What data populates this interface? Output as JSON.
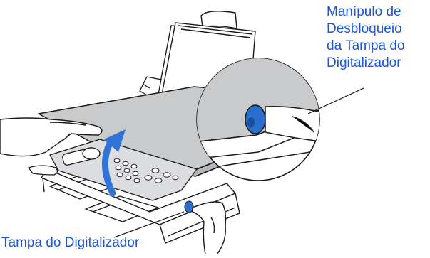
{
  "figure": {
    "subject": "multifunction-printer-scanner-cover-release",
    "callouts": {
      "release_lever": {
        "lines": [
          "Manípulo de",
          "Desbloqueio",
          "da Tampa do",
          "Digitalizador"
        ]
      },
      "scanner_cover": {
        "label": "Tampa do Digitalizador"
      }
    }
  },
  "colors": {
    "label_text": "#1a57d6",
    "line_art": "#1a1a1a",
    "cover_fill": "#c9cacc",
    "cover_shade": "#b4b6b9",
    "lever_blue": "#2a6fd0",
    "arrow_blue": "#2f74d6",
    "paper_fill": "#ffffff",
    "panel_fill": "#dcdde0"
  },
  "icons": {
    "lift_arrow": "curved-up-arrow-icon",
    "release_lever": "lever-icon"
  }
}
